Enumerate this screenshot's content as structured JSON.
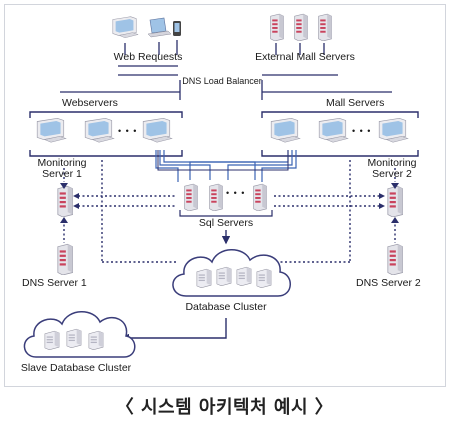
{
  "labels": {
    "web_requests": "Web Requests",
    "external_mall_servers": "External Mall Servers",
    "dns_load_balancer": "DNS Load Balancer",
    "webservers": "Webservers",
    "mall_servers": "Mall Servers",
    "monitoring_server_1": "Monitoring\nServer 1",
    "monitoring_server_2": "Monitoring\nServer 2",
    "sql_servers": "Sql Servers",
    "dns_server_1": "DNS Server 1",
    "dns_server_2": "DNS Server 2",
    "database_cluster": "Database Cluster",
    "slave_database_cluster": "Slave Database Cluster",
    "ellipsis": "• • •"
  },
  "caption": "〈 시스템 아키텍처 예시 〉",
  "colors": {
    "line_dark": "#2b2f6b",
    "line_blue": "#3b63b4",
    "server_pink": "#c9435d",
    "server_body": "#e9e9ee",
    "monitor_screen": "#9fc3e6",
    "cloud_outline": "#3a3d7a"
  },
  "icons": [
    "monitor-icon",
    "laptop-icon",
    "phone-icon",
    "server-tower-icon",
    "cloud-icon",
    "database-icon"
  ]
}
